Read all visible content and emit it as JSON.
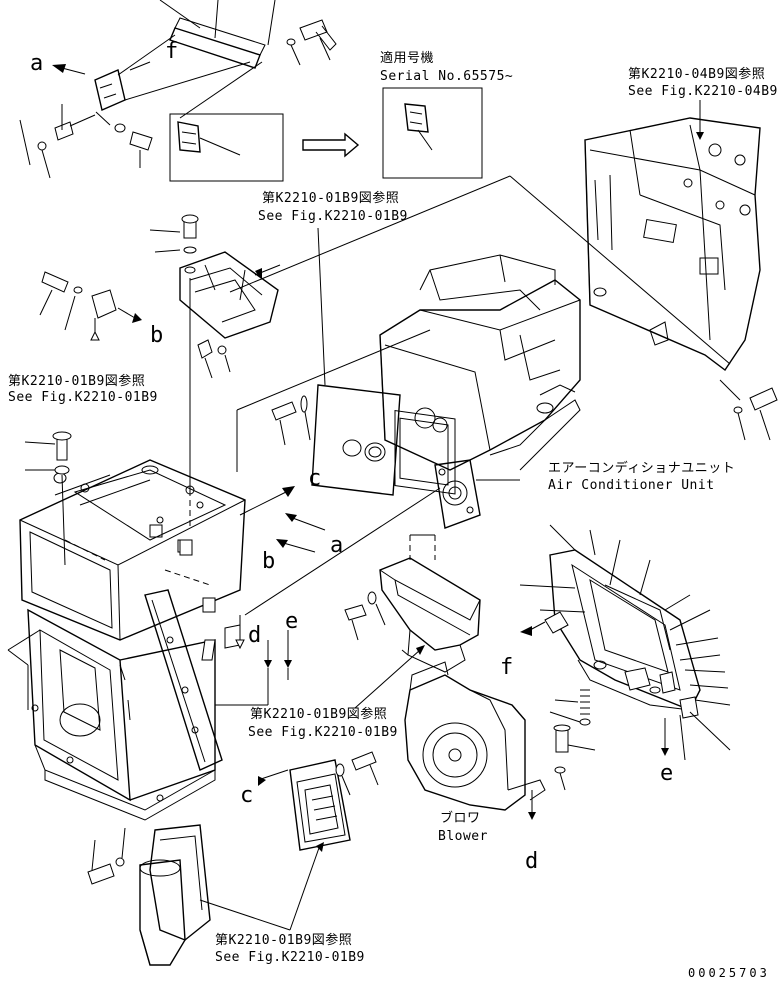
{
  "serial_note": {
    "jp": "適用号機",
    "en": "Serial No.65575~"
  },
  "refs": {
    "k04b9_top": {
      "jp": "第K2210-04B9図参照",
      "en": "See Fig.K2210-04B9"
    },
    "k01b9_upper": {
      "jp": "第K2210-01B9図参照",
      "en": "See Fig.K2210-01B9"
    },
    "k01b9_left": {
      "jp": "第K2210-01B9図参照",
      "en": "See Fig.K2210-01B9"
    },
    "k01b9_mid": {
      "jp": "第K2210-01B9図参照",
      "en": "See Fig.K2210-01B9"
    },
    "k01b9_bottom": {
      "jp": "第K2210-01B9図参照",
      "en": "See Fig.K2210-01B9"
    }
  },
  "parts": {
    "air_conditioner": {
      "jp": "エアーコンディショナユニット",
      "en": "Air Conditioner Unit"
    },
    "blower": {
      "jp": "ブロワ",
      "en": "Blower"
    }
  },
  "markers": {
    "a_top": "a",
    "f_top": "f",
    "b_mid": "b",
    "c_mid": "c",
    "a_mid": "a",
    "b_lower": "b",
    "d_lower": "d",
    "e_lower": "e",
    "f_right": "f",
    "e_right": "e",
    "c_bottom": "c",
    "d_bottom": "d"
  },
  "drawing_number": "00025703"
}
